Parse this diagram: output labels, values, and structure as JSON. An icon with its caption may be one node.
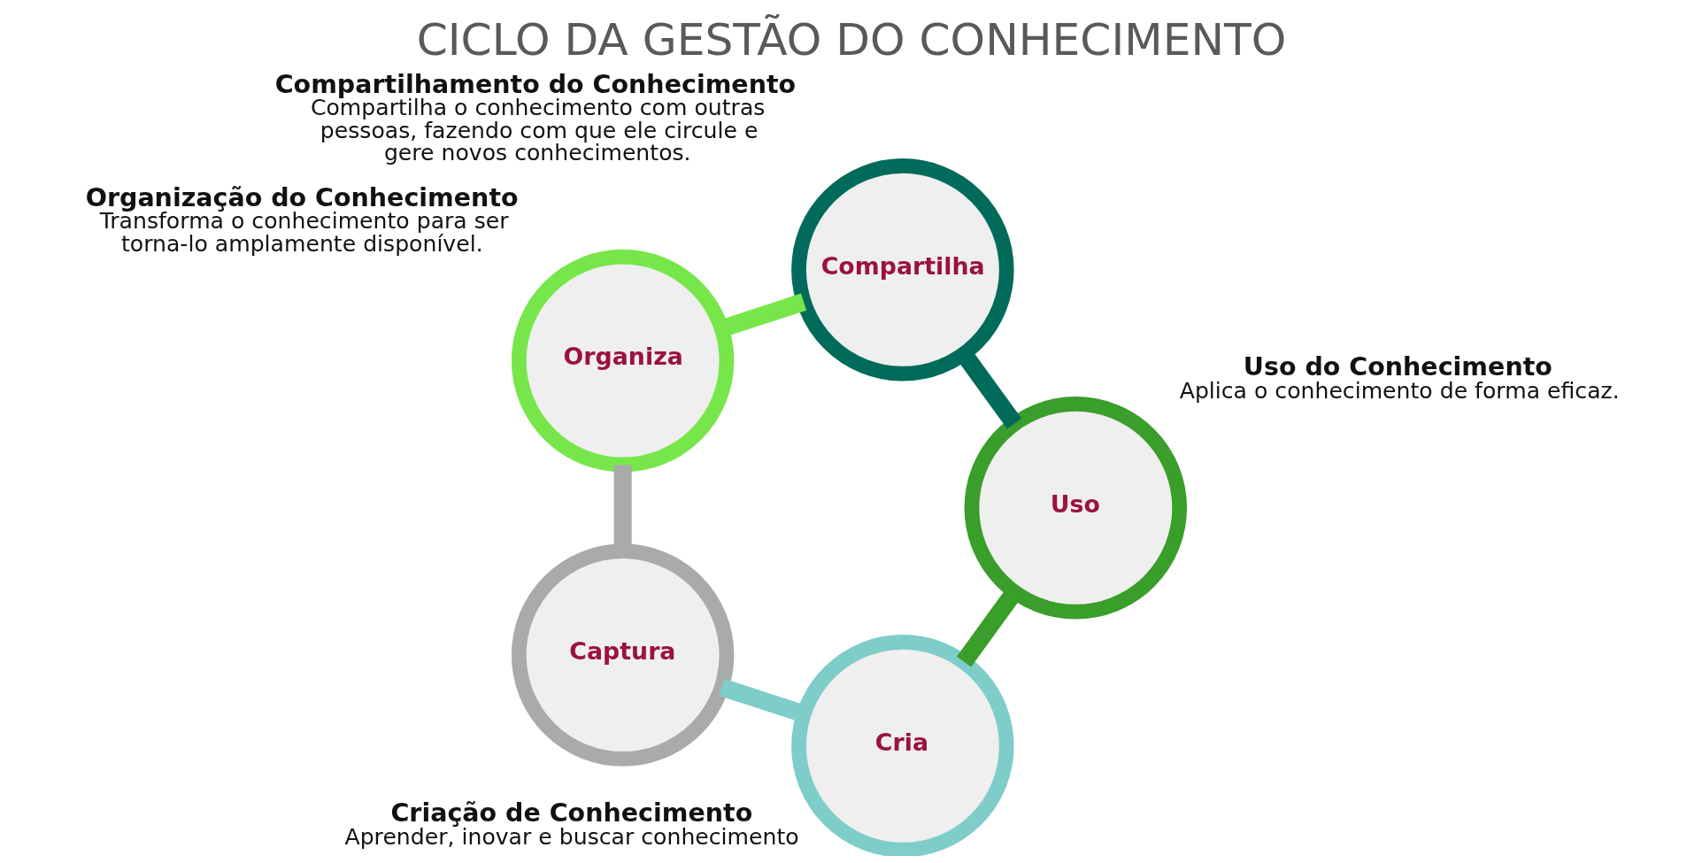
{
  "diagram": {
    "title": "CICLO DA GESTÃO DO CONHECIMENTO",
    "nodes": [
      {
        "text": [
          "Cria"
        ],
        "beside": [
          "Criação de Conhecimento",
          "Aprender, inovar e buscar conhecimento"
        ]
      },
      {
        "text": [
          "Captura"
        ]
      },
      {
        "text": [
          "Organiza"
        ],
        "beside": [
          "Organização do Conhecimento",
          "Transforma o conhecimento para ser torna-lo amplamente disponível."
        ]
      },
      {
        "text": [
          "Compartilha"
        ],
        "beside": [
          "Compartilhamento do Conhecimento",
          "Compartilha o conhecimento com outras pessoas, fazendo com que ele circule e gere novos conhecimentos."
        ]
      },
      {
        "text": [
          "Uso"
        ],
        "beside": [
          "Uso do Conhecimento",
          "Aplica o conhecimento de forma eficaz."
        ]
      }
    ],
    "edges": [
      {
        "from": 0,
        "to": 1,
        "arrow": "none",
        "color": "#7ecdc9"
      },
      {
        "from": 1,
        "to": 2,
        "arrow": "none",
        "color": "#a9aba9"
      },
      {
        "from": 2,
        "to": 3,
        "arrow": "none",
        "color": "#77e64a"
      },
      {
        "from": 3,
        "to": 4,
        "arrow": "none",
        "color": "#006b5a"
      },
      {
        "from": 4,
        "to": 0,
        "arrow": "none",
        "color": "#3a9e2a"
      }
    ]
  }
}
